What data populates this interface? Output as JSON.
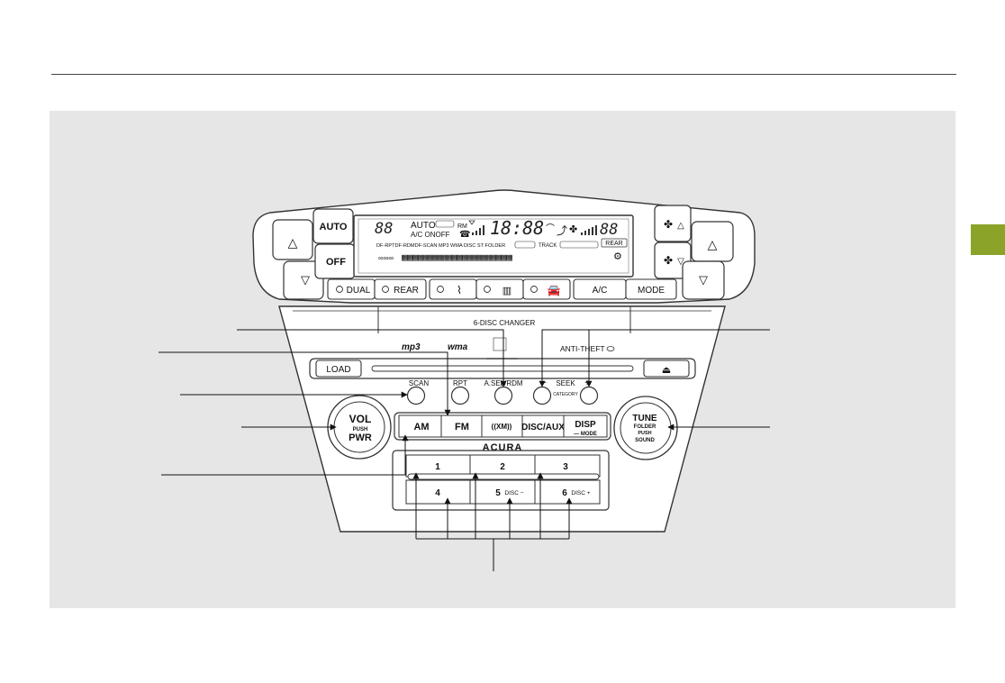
{
  "colors": {
    "panel_bg": "#e6e6e6",
    "side_tab": "#8aa328",
    "rule": "#444444"
  },
  "climate": {
    "auto": "AUTO",
    "off": "OFF",
    "up_arrow": "△",
    "down_arrow": "▽",
    "dual": "DUAL",
    "rear": "REAR",
    "ac": "A/C",
    "mode": "MODE"
  },
  "display": {
    "digits_left": "88",
    "auto": "AUTO",
    "ac_onoff": "A/C ONOFF",
    "clock": "18:88",
    "digits_right": "88",
    "rm": "RM",
    "status_row": "DF-RPTDF-RDMDF-SCAN MP3 WMA DISC ST FOLDER",
    "track": "TRACK",
    "rear": "REAR"
  },
  "audio": {
    "changer": "6-DISC CHANGER",
    "mp3_logo": "mp3",
    "wma_logo": "wma",
    "anti_theft": "ANTI-THEFT",
    "load": "LOAD",
    "scan": "SCAN",
    "rpt": "RPT",
    "asel_rdm": "A.SEL/RDM",
    "seek": "SEEK",
    "minus": "−",
    "plus": "+",
    "category": "CATEGORY",
    "vol": "VOL",
    "push": "PUSH",
    "pwr": "PWR",
    "am": "AM",
    "fm": "FM",
    "xm": "((XM))",
    "disc_aux": "DISC/AUX",
    "disp": "DISP",
    "disp_mode": "— MODE",
    "brand": "ACURA",
    "tune": "TUNE",
    "folder": "FOLDER",
    "push2": "PUSH",
    "sound": "SOUND",
    "preset_1": "1",
    "preset_2": "2",
    "preset_3": "3",
    "preset_4": "4",
    "preset_5": "5",
    "disc_minus": "DISC −",
    "preset_6": "6",
    "disc_plus": "DISC +"
  }
}
